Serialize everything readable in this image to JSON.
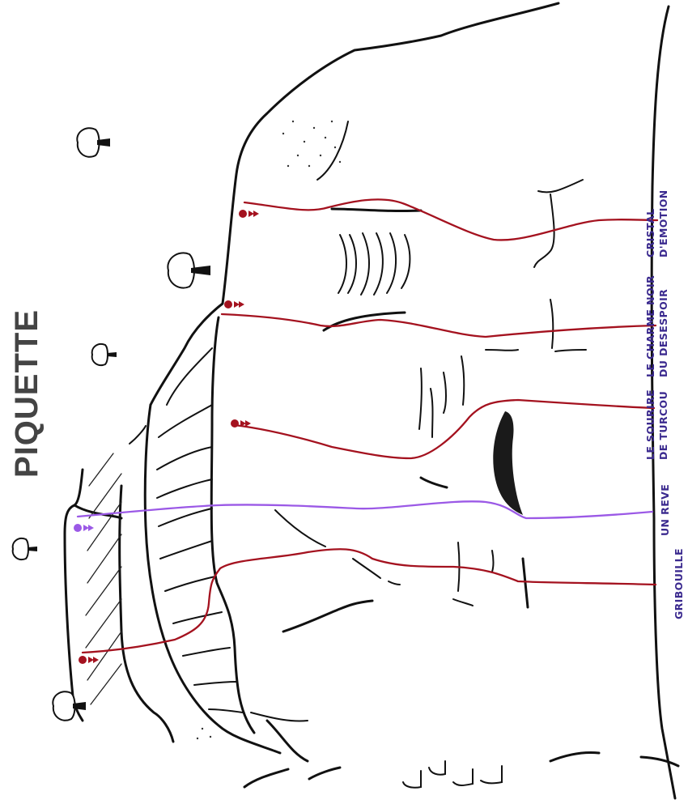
{
  "title": "PIQUETTE",
  "colors": {
    "route": "#a4121f",
    "highlight_route": "#9b59e6",
    "label": "#3b2a8f",
    "rock": "#111111"
  },
  "routes": [
    {
      "name": "GRIBOUILLE",
      "highlighted": false
    },
    {
      "name": "UN REVE",
      "highlighted": true
    },
    {
      "name": "LE SOURIRE|DE TURCOU",
      "highlighted": false
    },
    {
      "name": "LE CHARME NOIR|DU DESESPOIR",
      "highlighted": false
    },
    {
      "name": "CRISTAL|D'EMOTION",
      "highlighted": false
    }
  ],
  "icons": [
    "tree-icon",
    "belay-anchor-icon"
  ]
}
